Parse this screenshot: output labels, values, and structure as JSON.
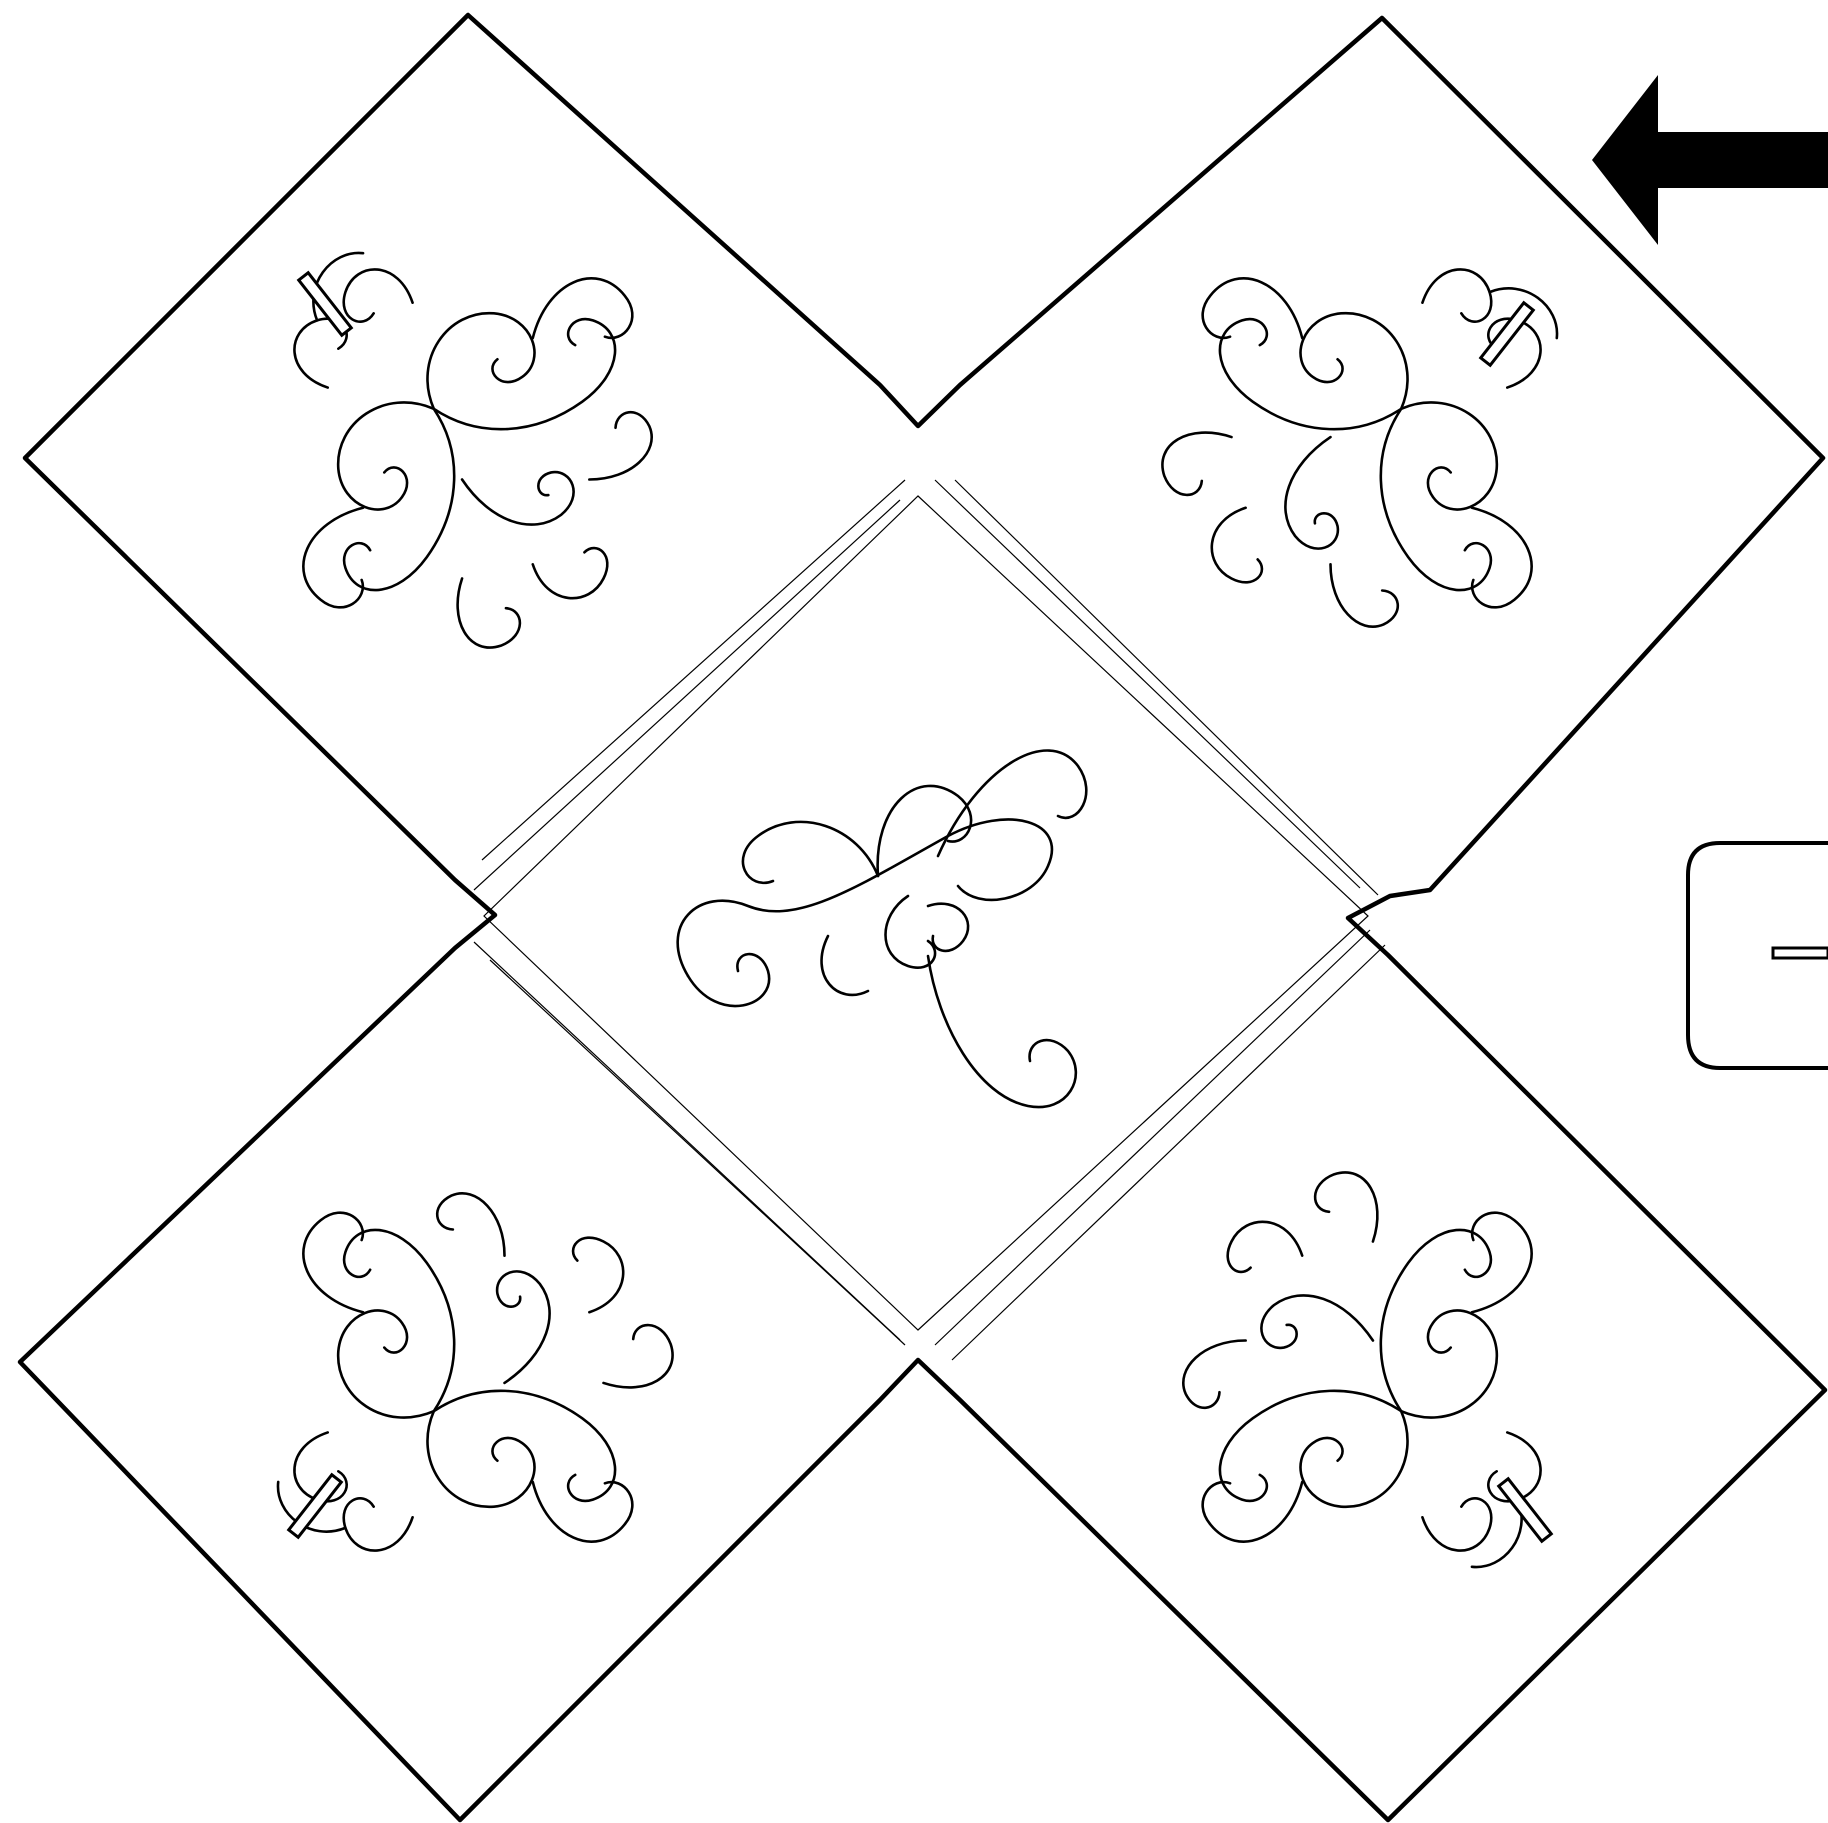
{
  "template": {
    "panels": [
      "top-left",
      "top-right",
      "bottom-left",
      "bottom-right"
    ],
    "colors": {
      "line": "#000000",
      "paper": "#ffffff"
    }
  }
}
